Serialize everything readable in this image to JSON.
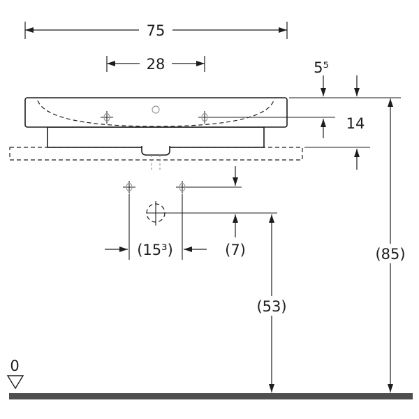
{
  "drawing": {
    "labels": {
      "overall_width": "75",
      "tap_hole_spacing": "28",
      "rim_to_tap_axis": "5⁵",
      "basin_height": "14",
      "supply_spacing": "(15³)",
      "supply_to_drain_offset": "(7)",
      "drain_height": "(53)",
      "rim_height": "(85)",
      "floor_level": "0"
    },
    "colors": {
      "line": "#1d1d1b",
      "background": "#ffffff",
      "floor": "#4f4f4f",
      "detail_gray": "#9a9a9a"
    }
  }
}
